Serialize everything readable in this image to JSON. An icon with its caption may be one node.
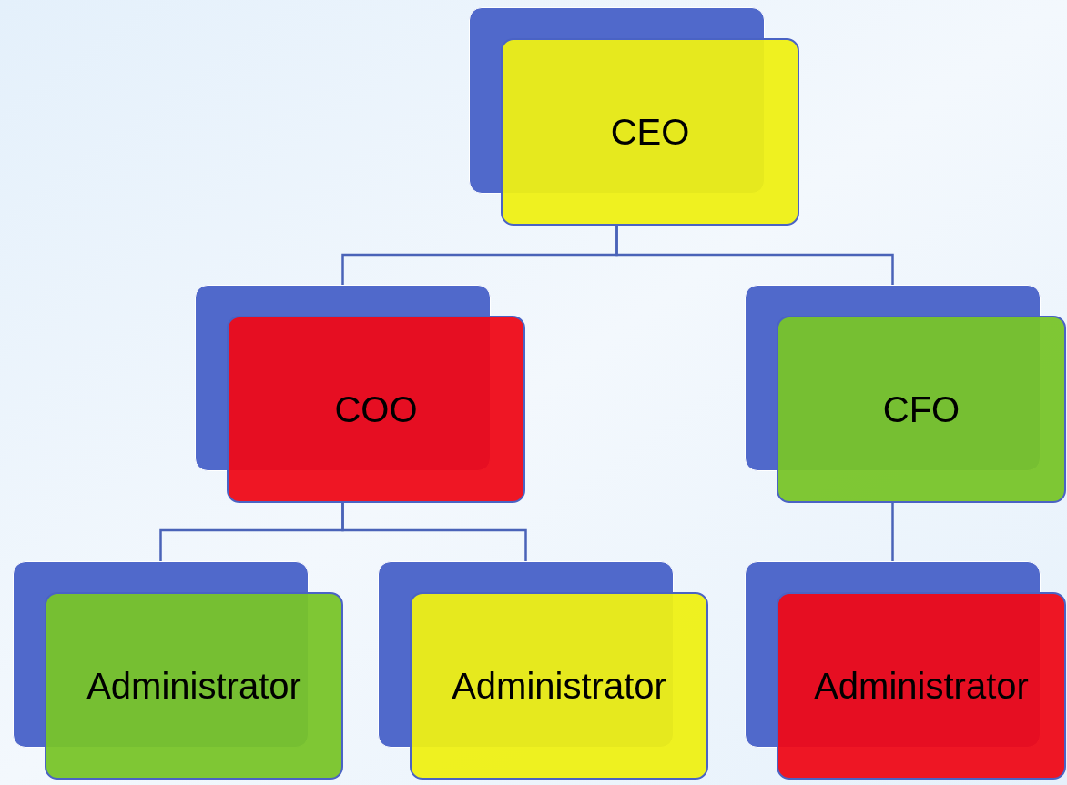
{
  "diagram": {
    "nodes": [
      {
        "text": [
          "CEO"
        ]
      },
      {
        "text": [
          "COO"
        ]
      },
      {
        "text": [
          "CFO"
        ]
      },
      {
        "text": [
          "Administrator"
        ]
      },
      {
        "text": [
          "Administrator"
        ]
      },
      {
        "text": [
          "Administrator"
        ]
      }
    ],
    "edges": [
      {
        "from": 0,
        "to": 1,
        "arrow": "none"
      },
      {
        "from": 0,
        "to": 2,
        "arrow": "none"
      },
      {
        "from": 1,
        "to": 3,
        "arrow": "none"
      },
      {
        "from": 1,
        "to": 4,
        "arrow": "none"
      },
      {
        "from": 2,
        "to": 5,
        "arrow": "none"
      }
    ]
  }
}
